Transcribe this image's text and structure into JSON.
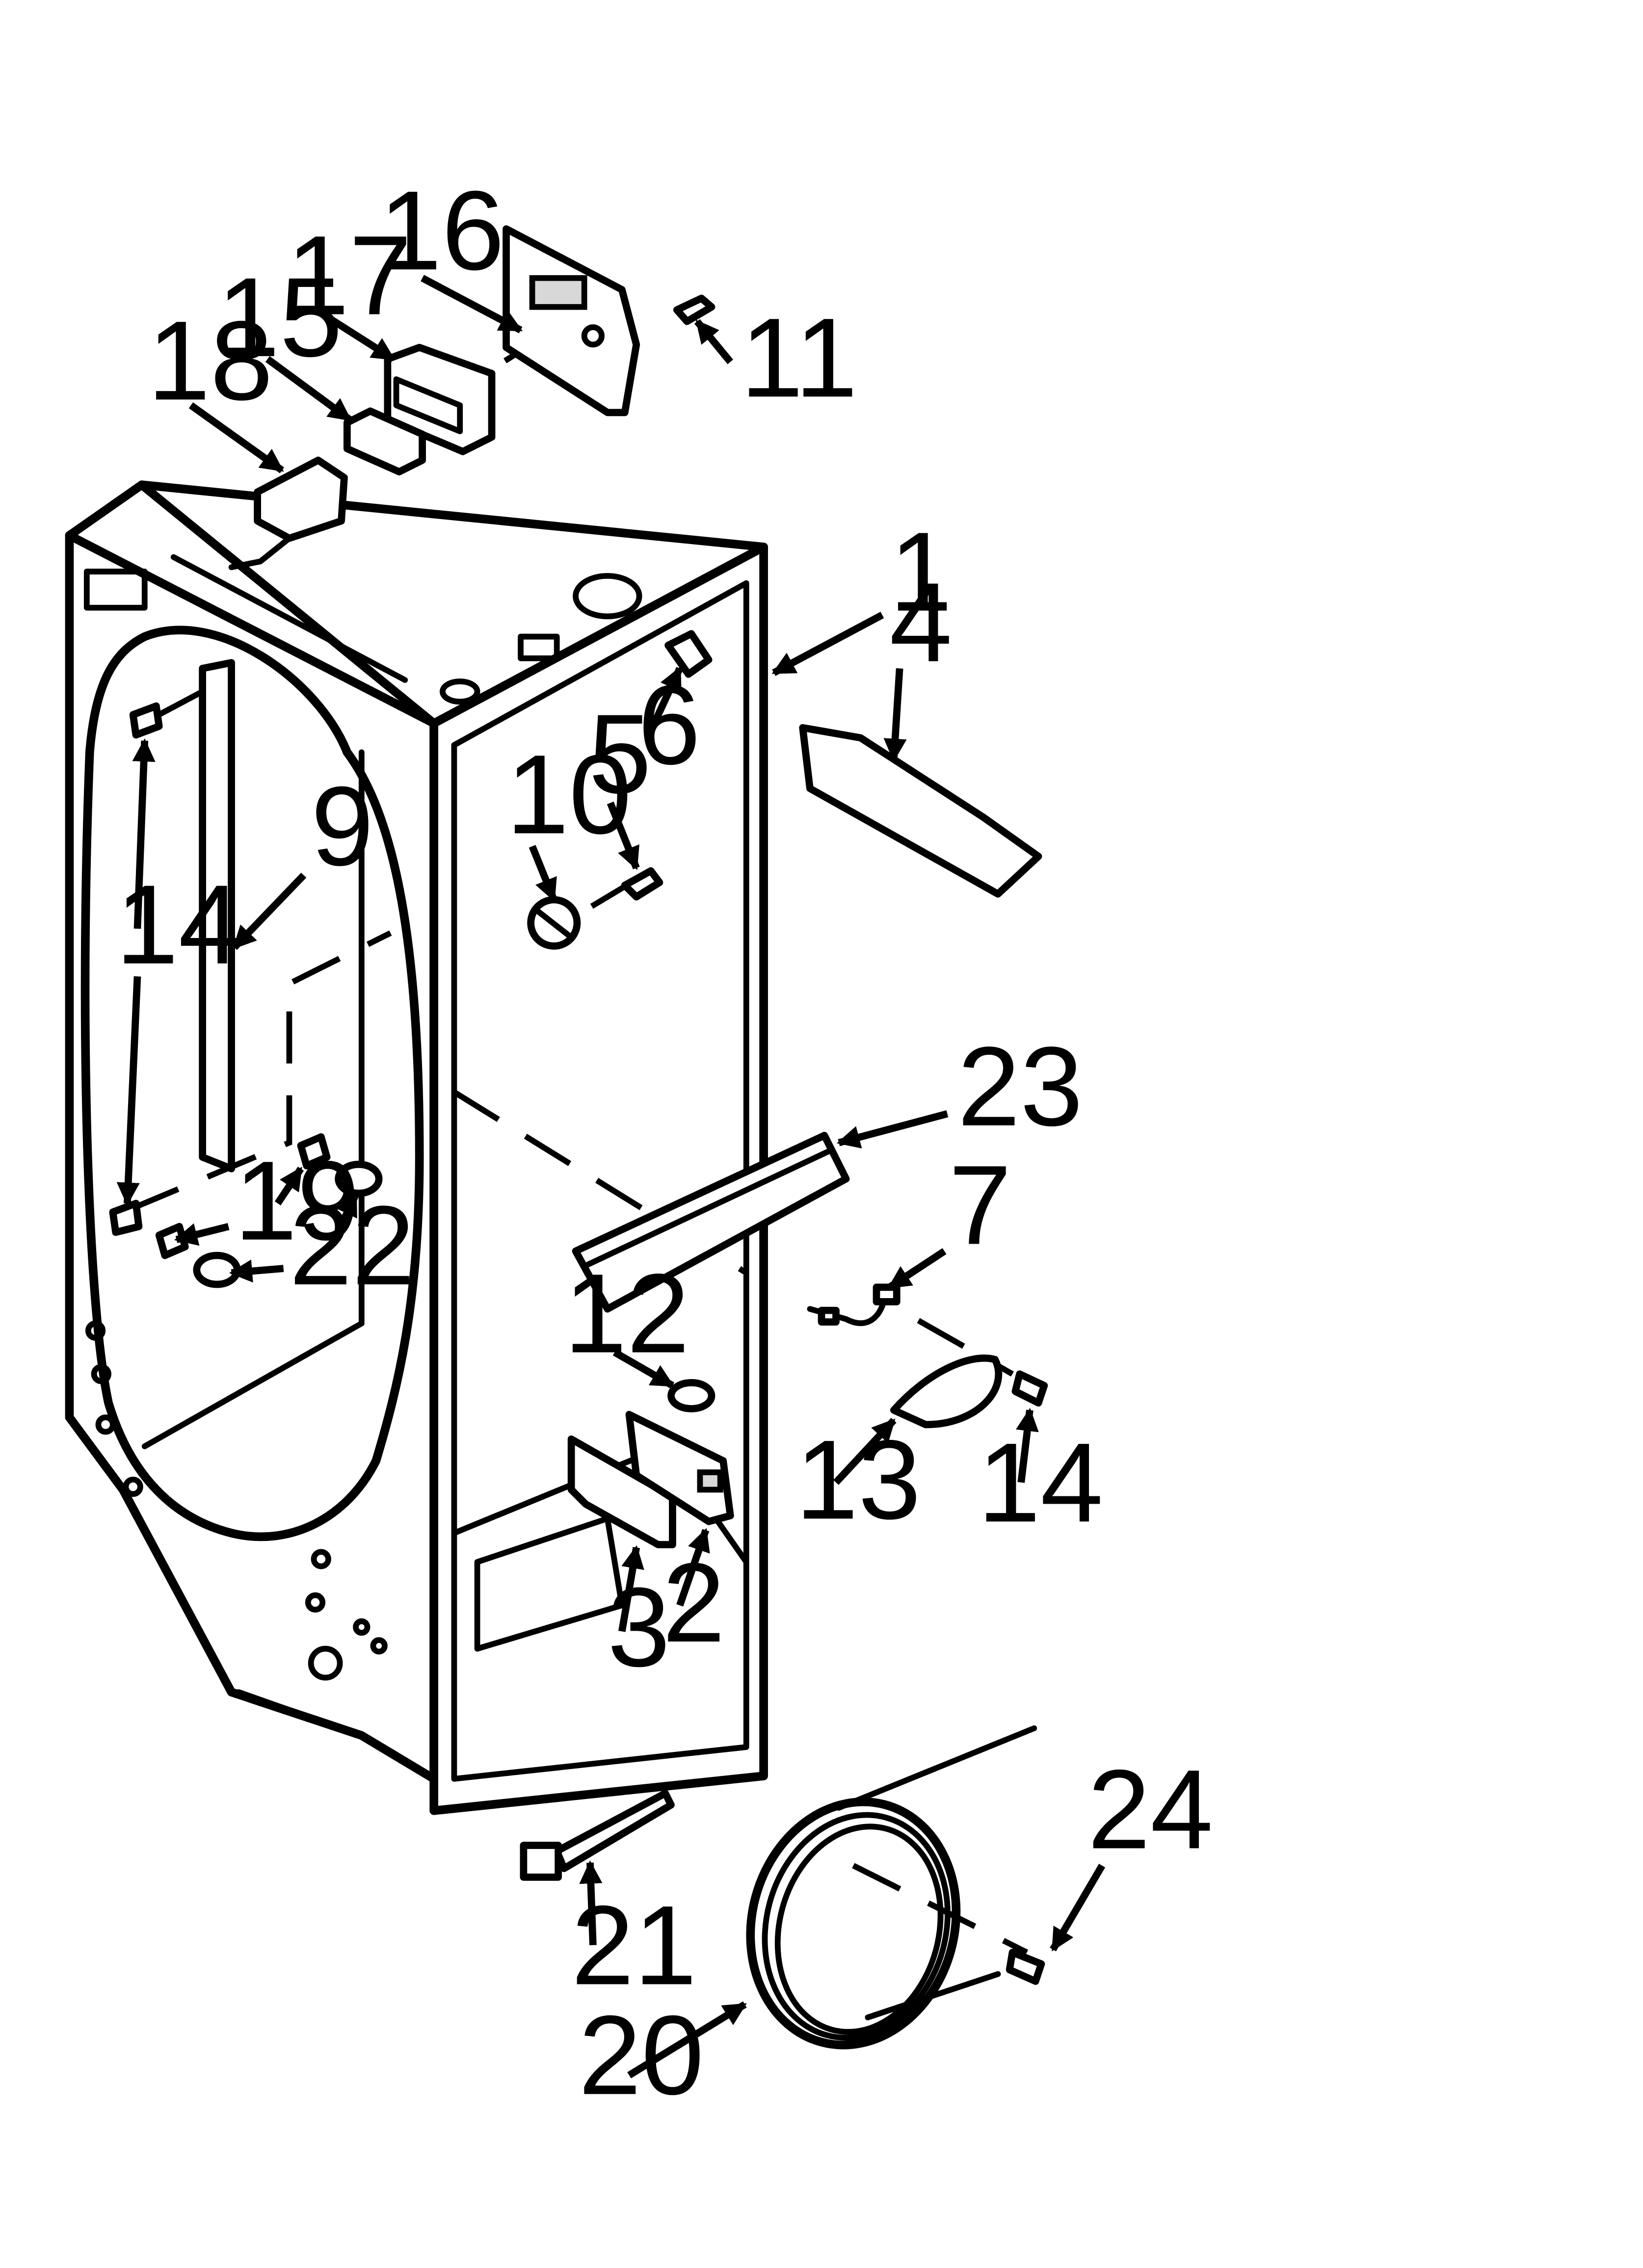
{
  "callouts": {
    "c1": "1",
    "c2": "2",
    "c3": "3",
    "c4": "4",
    "c5": "5",
    "c6": "6",
    "c7": "7",
    "c9": "9",
    "c10": "10",
    "c11": "11",
    "c12": "12",
    "c13": "13",
    "c14a": "14",
    "c14b": "14",
    "c15": "15",
    "c16": "16",
    "c17": "17",
    "c18": "18",
    "c19": "19",
    "c20": "20",
    "c21": "21",
    "c22": "22",
    "c23": "23",
    "c24": "24"
  }
}
